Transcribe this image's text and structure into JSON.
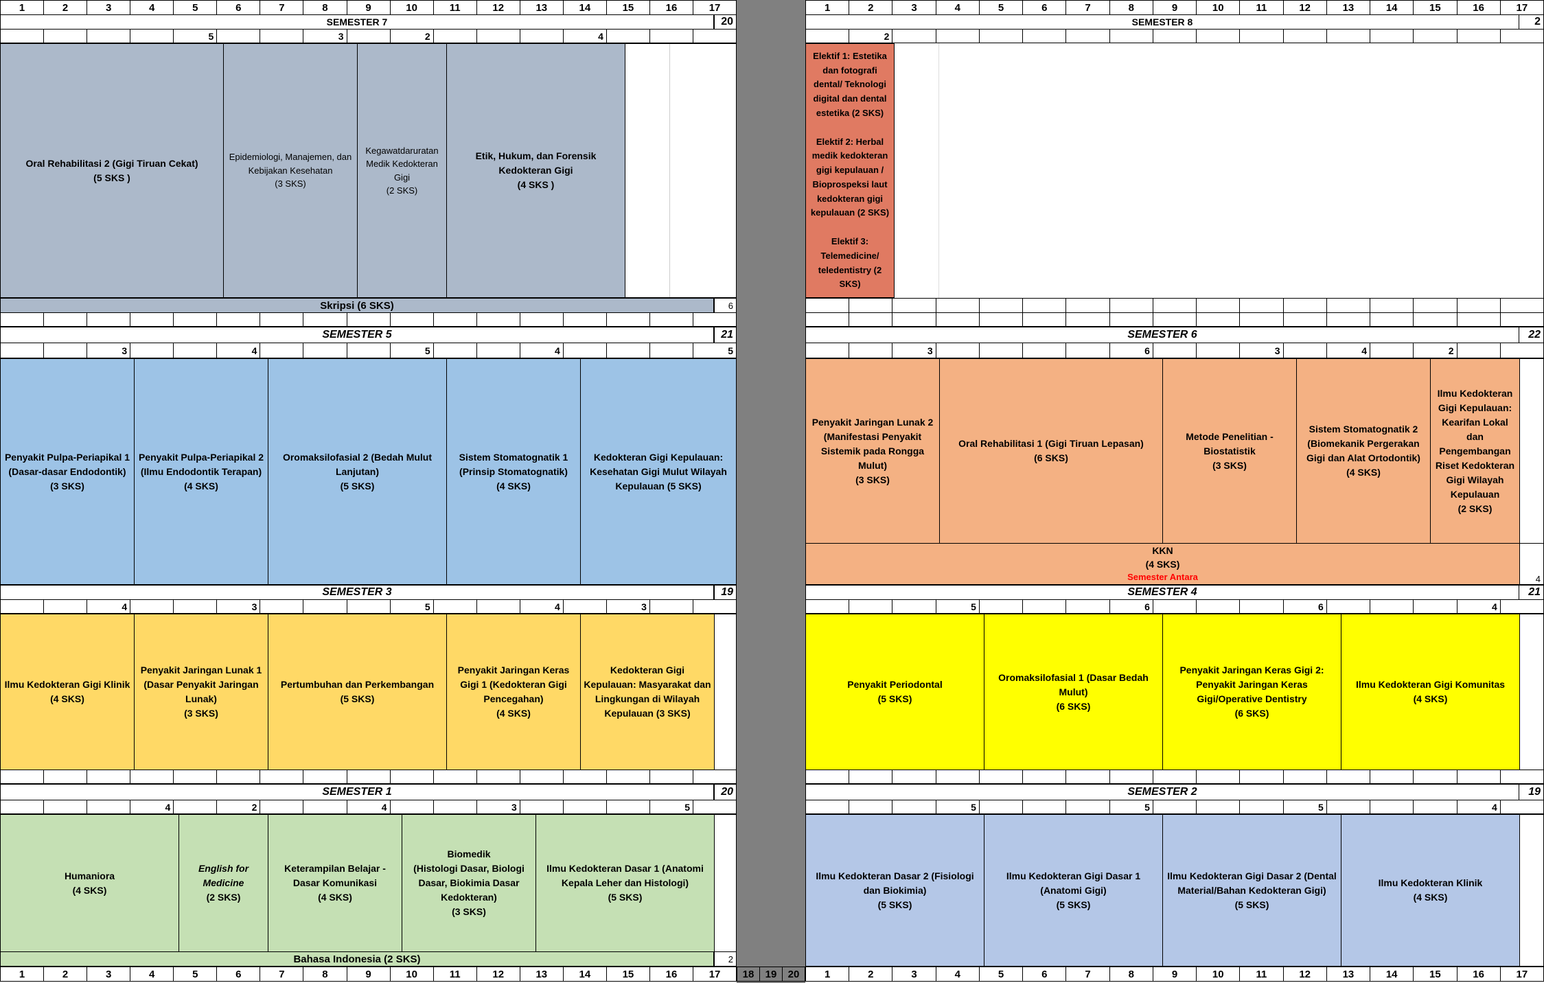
{
  "colors": {
    "sem7": "#acb9ca",
    "sem8": "#e07a62",
    "sem5": "#9dc3e6",
    "sem6": "#f4b183",
    "sem3": "#ffd966",
    "sem4": "#ffff00",
    "sem1": "#c5e0b4",
    "sem2": "#b4c7e7",
    "divider": "#808080",
    "semester_antara": "#ff0000"
  },
  "week_numbers": [
    "1",
    "2",
    "3",
    "4",
    "5",
    "6",
    "7",
    "8",
    "9",
    "10",
    "11",
    "12",
    "13",
    "14",
    "15",
    "16",
    "17"
  ],
  "week_numbers_extra": [
    "18",
    "19",
    "20"
  ],
  "semester_7": {
    "title": "SEMESTER 7",
    "total": "20",
    "marks": [
      "",
      "",
      "",
      "",
      "5",
      "",
      "",
      "3",
      "",
      "2",
      "",
      "",
      "",
      "4",
      "",
      "",
      ""
    ],
    "courses": [
      {
        "label": "Oral Rehabilitasi 2 (Gigi Tiruan Cekat)\n(5 SKS )"
      },
      {
        "label": "Epidemiologi, Manajemen, dan Kebijakan Kesehatan\n(3 SKS)"
      },
      {
        "label": "Kegawatdaruratan Medik Kedokteran Gigi\n(2 SKS)"
      },
      {
        "label": "Etik, Hukum, dan Forensik Kedokteran Gigi\n(4 SKS )"
      }
    ],
    "skripsi": "Skripsi (6 SKS)",
    "skripsi_num": "6"
  },
  "semester_8": {
    "title": "SEMESTER 8",
    "total": "2",
    "marks": [
      "",
      "2",
      "",
      "",
      "",
      "",
      "",
      "",
      "",
      "",
      "",
      "",
      "",
      "",
      "",
      "",
      ""
    ],
    "elektif": "Elektif 1: Estetika dan fotografi dental/ Teknologi digital dan dental estetika (2 SKS)\n\nElektif 2: Herbal medik kedokteran gigi kepulauan / Bioprospeksi laut kedokteran gigi kepulauan (2 SKS)\n\nElektif 3: Telemedicine/ teledentistry (2 SKS)"
  },
  "semester_5": {
    "title": "SEMESTER 5",
    "total": "21",
    "marks": [
      "",
      "",
      "3",
      "",
      "",
      "4",
      "",
      "",
      "",
      "5",
      "",
      "",
      "4",
      "",
      "",
      "",
      "5"
    ],
    "courses": [
      {
        "label": "Penyakit Pulpa-Periapikal 1 (Dasar-dasar Endodontik)\n(3 SKS)"
      },
      {
        "label": "Penyakit Pulpa-Periapikal 2 (Ilmu Endodontik Terapan)\n(4 SKS)"
      },
      {
        "label": "Oromaksilofasial 2 (Bedah Mulut Lanjutan)\n(5 SKS)"
      },
      {
        "label": "Sistem Stomatognatik 1 (Prinsip Stomatognatik)\n(4 SKS)"
      },
      {
        "label": "Kedokteran Gigi Kepulauan: Kesehatan Gigi Mulut Wilayah Kepulauan (5 SKS)"
      }
    ]
  },
  "semester_6": {
    "title": "SEMESTER 6",
    "total": "22",
    "marks": [
      "",
      "",
      "3",
      "",
      "",
      "",
      "",
      "6",
      "",
      "",
      "3",
      "",
      "4",
      "",
      "2",
      "",
      ""
    ],
    "courses": [
      {
        "label": "Penyakit Jaringan Lunak 2 (Manifestasi Penyakit Sistemik pada Rongga Mulut)\n(3 SKS)"
      },
      {
        "label": "Oral Rehabilitasi 1 (Gigi Tiruan Lepasan)\n(6 SKS)"
      },
      {
        "label": "Metode Penelitian - Biostatistik\n(3 SKS)"
      },
      {
        "label": "Sistem Stomatognatik 2 (Biomekanik Pergerakan Gigi dan Alat Ortodontik)\n(4 SKS)"
      },
      {
        "label": "Ilmu Kedokteran Gigi Kepulauan: Kearifan Lokal dan Pengembangan Riset Kedokteran Gigi Wilayah Kepulauan\n(2 SKS)"
      }
    ],
    "kkn": "KKN\n(4 SKS)",
    "semester_antara": "Semester Antara",
    "kkn_num": "4"
  },
  "semester_3": {
    "title": "SEMESTER 3",
    "total": "19",
    "marks": [
      "",
      "",
      "4",
      "",
      "",
      "3",
      "",
      "",
      "",
      "5",
      "",
      "",
      "4",
      "",
      "3",
      "",
      ""
    ],
    "courses": [
      {
        "label": "Ilmu Kedokteran Gigi Klinik\n(4 SKS)"
      },
      {
        "label": "Penyakit Jaringan Lunak 1 (Dasar Penyakit Jaringan Lunak)\n(3 SKS)"
      },
      {
        "label": "Pertumbuhan dan Perkembangan\n(5 SKS)"
      },
      {
        "label": "Penyakit Jaringan Keras Gigi 1 (Kedokteran Gigi Pencegahan)\n(4 SKS)"
      },
      {
        "label": "Kedokteran Gigi Kepulauan: Masyarakat dan Lingkungan di Wilayah Kepulauan (3 SKS)"
      }
    ]
  },
  "semester_4": {
    "title": "SEMESTER 4",
    "total": "21",
    "marks": [
      "",
      "",
      "",
      "5",
      "",
      "",
      "",
      "6",
      "",
      "",
      "",
      "6",
      "",
      "",
      "",
      "4",
      ""
    ],
    "courses": [
      {
        "label": "Penyakit Periodontal\n(5 SKS)"
      },
      {
        "label": "Oromaksilofasial 1 (Dasar Bedah Mulut)\n(6 SKS)"
      },
      {
        "label": "Penyakit Jaringan Keras Gigi 2: Penyakit Jaringan Keras Gigi/Operative Dentistry\n(6 SKS)"
      },
      {
        "label": "Ilmu Kedokteran Gigi Komunitas\n(4 SKS)"
      }
    ]
  },
  "semester_1": {
    "title": "SEMESTER 1",
    "total": "20",
    "marks": [
      "",
      "",
      "",
      "4",
      "",
      "2",
      "",
      "",
      "4",
      "",
      "",
      "3",
      "",
      "",
      "",
      "5",
      ""
    ],
    "courses": [
      {
        "label": "Humaniora\n(4 SKS)"
      },
      {
        "label": "English for Medicine\n(2 SKS)"
      },
      {
        "label": "Keterampilan Belajar - Dasar Komunikasi\n(4 SKS)"
      },
      {
        "label": "Biomedik\n(Histologi Dasar, Biologi Dasar, Biokimia Dasar Kedokteran)\n(3 SKS)"
      },
      {
        "label": "Ilmu Kedokteran Dasar 1 (Anatomi Kepala Leher dan Histologi)\n(5 SKS)"
      }
    ],
    "bahasa": "Bahasa Indonesia (2 SKS)",
    "bahasa_num": "2"
  },
  "semester_2": {
    "title": "SEMESTER 2",
    "total": "19",
    "marks": [
      "",
      "",
      "",
      "5",
      "",
      "",
      "",
      "5",
      "",
      "",
      "",
      "5",
      "",
      "",
      "",
      "4",
      ""
    ],
    "courses": [
      {
        "label": "Ilmu Kedokteran Dasar 2 (Fisiologi dan Biokimia)\n(5 SKS)"
      },
      {
        "label": "Ilmu Kedokteran Gigi Dasar 1 (Anatomi Gigi)\n(5 SKS)"
      },
      {
        "label": "Ilmu Kedokteran Gigi Dasar 2 (Dental Material/Bahan Kedokteran Gigi)\n(5 SKS)"
      },
      {
        "label": "Ilmu Kedokteran Klinik\n(4 SKS)"
      }
    ]
  }
}
